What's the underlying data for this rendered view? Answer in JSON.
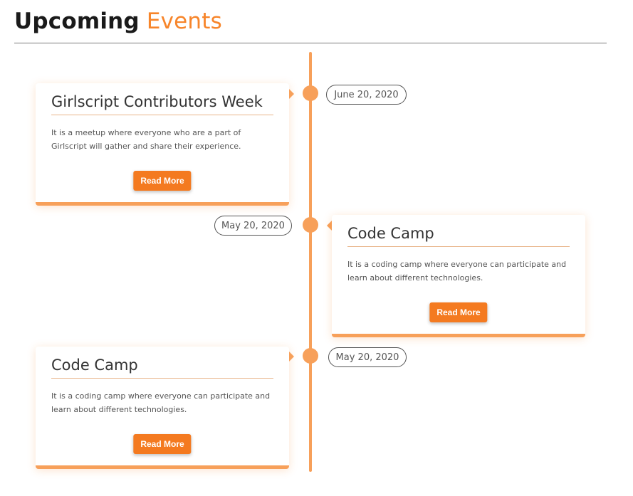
{
  "header": {
    "word1": "Upcoming",
    "word2": "Events"
  },
  "colors": {
    "accent": "#f7852a",
    "timeline": "#f7a05a",
    "button": "#f47a20"
  },
  "events": [
    {
      "title": "Girlscript Contributors Week",
      "description": "It is a meetup where everyone who are a part of Girlscript will gather and share their experience.",
      "date": "June 20, 2020",
      "button": "Read More"
    },
    {
      "title": "Code Camp",
      "description": "It is a coding camp where everyone can participate and learn about different technologies.",
      "date": "May 20, 2020",
      "button": "Read More"
    },
    {
      "title": "Code Camp",
      "description": "It is a coding camp where everyone can participate and learn about different technologies.",
      "date": "May 20, 2020",
      "button": "Read More"
    }
  ]
}
